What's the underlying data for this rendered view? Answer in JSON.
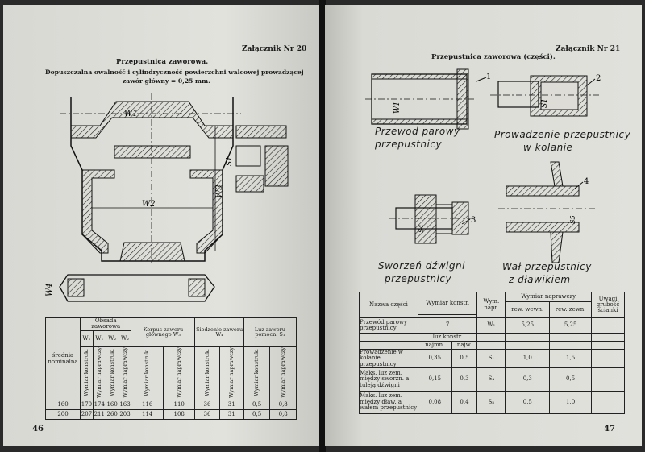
{
  "left": {
    "attachment": "Załącznik Nr 20",
    "title": "Przepustnica zaworowa.",
    "caption_line1": "Dopuszczalna owalność i cylindryczność powierzchni walcowej prowadzącej",
    "caption_line2": "zawór główny = 0,25 mm.",
    "page_number": "46",
    "dims": {
      "w1": "W1",
      "w2": "W2",
      "w3": "W3",
      "w4": "W4",
      "s1": "S1"
    },
    "table": {
      "col_nominal": "średnia nominalna",
      "group_obsada": "Obsada zaworowa",
      "w1": "W₁",
      "w1b": "W₁",
      "w2": "W₂",
      "w2b": "W₂",
      "group_korpus": "Korpus zaworu głównego W₃",
      "group_siedzenie": "Siedzenie zaworu W₄",
      "group_luz": "Luz zaworu pomocn. S₁",
      "sub_konstr": "Wymiar konstruk.",
      "sub_napr": "Wymiar naprawczy",
      "rows": [
        [
          "160",
          "170",
          "174",
          "160",
          "163",
          "116",
          "110",
          "36",
          "31",
          "0,5",
          "0,8"
        ],
        [
          "200",
          "207",
          "211",
          "260",
          "203",
          "114",
          "108",
          "36",
          "31",
          "0,5",
          "0,8"
        ]
      ]
    }
  },
  "right": {
    "attachment": "Załącznik Nr 21",
    "title": "Przepustnica zaworowa (części).",
    "page_number": "47",
    "sketch_labels": {
      "przewod_1": "Przewod parowy",
      "przewod_2": "przepustnicy",
      "prowadzenie_1": "Prowadzenie przepustnicy",
      "prowadzenie_2": "w kolanie",
      "sworzen_1": "Sworzeń dźwigni",
      "sworzen_2": "przepustnicy",
      "wal_1": "Wał przepustnicy",
      "wal_2": "z dławikiem",
      "n1": "1",
      "n2": "2",
      "n3": "3",
      "n4": "4",
      "w1": "W1",
      "s1": "S1",
      "s4": "S4",
      "s5": "S5"
    },
    "table": {
      "h_name": "Nazwa części",
      "h_konstr": "Wymiar konstr.",
      "h_wym": "Wym. napr.",
      "h_napr": "Wymiar naprawczy",
      "h_rew_wewn": "rew. wewn.",
      "h_rew_zewn": "rew. zewn.",
      "h_uwagi": "Uwagi grubość ścianki",
      "h_luz": "luz konstr.",
      "h_najmn": "najmn.",
      "h_najw": "najw.",
      "rows": [
        {
          "name": "Przewód parowy przepustnicy",
          "najmn": "",
          "najw": "7",
          "sym": "W₁",
          "wewn": "5,25",
          "zewn": "5,25"
        },
        {
          "name": "Prowadzenie w kolanie przepustnicy",
          "najmn": "0,35",
          "najw": "0,5",
          "sym": "S₁",
          "wewn": "1,0",
          "zewn": "1,5"
        },
        {
          "name": "Maks. luz zem. między sworzn. a tuleją dźwigni",
          "najmn": "0,15",
          "najw": "0,3",
          "sym": "S₄",
          "wewn": "0,3",
          "zewn": "0,5"
        },
        {
          "name": "Maks. luz zem. między dław. a wałem przepustnicy",
          "najmn": "0,08",
          "najw": "0,4",
          "sym": "S₅",
          "wewn": "0,5",
          "zewn": "1,0"
        }
      ]
    }
  }
}
